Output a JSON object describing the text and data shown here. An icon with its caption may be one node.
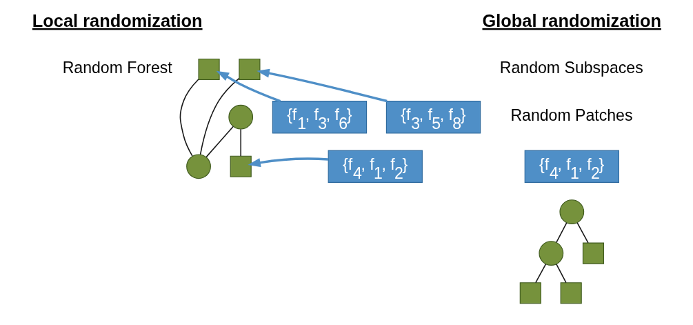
{
  "diagram": {
    "nodes": [
      {
        "text": [],
        "shape": "circle"
      },
      {
        "text": [],
        "shape": "circle"
      },
      {
        "text": [],
        "shape": "box"
      },
      {
        "text": [
          "{f$_{4}$, f$_{1}$, f$_{2}$}"
        ]
      },
      {
        "text": [],
        "shape": "box"
      },
      {
        "text": [],
        "shape": "box"
      },
      {
        "text": [
          "{f$_{1}$, f$_{3}$, f$_{6}$}"
        ]
      },
      {
        "text": [
          "{f$_{3}$, f$_{5}$, f$_{8}$}"
        ]
      },
      {
        "text": [
          "{f$_{4}$, f$_{1}$, f$_{2}$}"
        ]
      },
      {
        "text": [],
        "shape": "circle"
      },
      {
        "text": [],
        "shape": "circle"
      },
      {
        "text": [],
        "shape": "box"
      },
      {
        "text": [],
        "shape": "box"
      },
      {
        "text": [],
        "shape": "box"
      }
    ],
    "edges": [
      {
        "from": 0,
        "to": 1,
        "arrow": "none"
      },
      {
        "from": 0,
        "to": 2,
        "arrow": "none"
      },
      {
        "from": 1,
        "to": 4,
        "arrow": "none"
      },
      {
        "from": 1,
        "to": 5,
        "arrow": "none"
      },
      {
        "from": 3,
        "to": 2,
        "arrow": "to",
        "color": "#4f8fc7",
        "style": "thick"
      },
      {
        "from": 6,
        "to": 4,
        "arrow": "to",
        "color": "#4f8fc7",
        "style": "thick"
      },
      {
        "from": 7,
        "to": 5,
        "arrow": "to",
        "color": "#4f8fc7",
        "style": "thick"
      },
      {
        "from": 9,
        "to": 10,
        "arrow": "none"
      },
      {
        "from": 9,
        "to": 11,
        "arrow": "none"
      },
      {
        "from": 10,
        "to": 12,
        "arrow": "none"
      },
      {
        "from": 10,
        "to": 13,
        "arrow": "none"
      }
    ],
    "labels": [
      "Local randomization",
      "Global randomization",
      "Random Forest",
      "Random Subspaces",
      "Random Patches"
    ]
  }
}
